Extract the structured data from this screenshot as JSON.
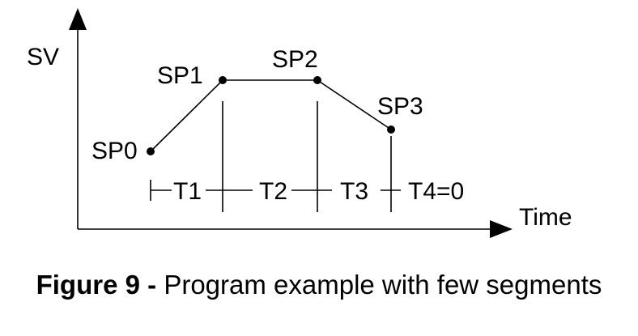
{
  "diagram": {
    "y_axis_label": "SV",
    "x_axis_label": "Time",
    "setpoints": [
      "SP0",
      "SP1",
      "SP2",
      "SP3"
    ],
    "segments": [
      "T1",
      "T2",
      "T3",
      "T4=0"
    ]
  },
  "caption": {
    "prefix": "Figure 9 -",
    "text": "Program example with few segments"
  },
  "colors": {
    "ink": "#000000",
    "background": "#ffffff"
  }
}
